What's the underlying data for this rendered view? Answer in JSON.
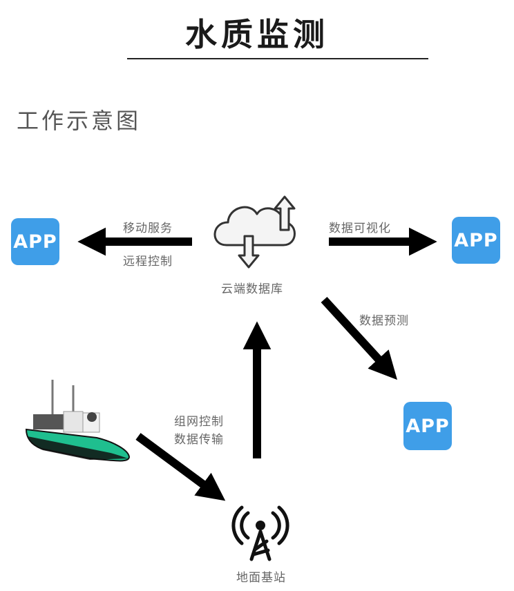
{
  "header": {
    "title": "水质监测"
  },
  "section": {
    "title": "工作示意图"
  },
  "nodes": {
    "cloud_label": "云端数据库",
    "station_label": "地面基站",
    "app_left": "APP",
    "app_right": "APP",
    "app_bottom": "APP"
  },
  "edges": {
    "cloud_to_left_line1": "移动服务",
    "cloud_to_left_line2": "远程控制",
    "cloud_to_right": "数据可视化",
    "cloud_to_bottom": "数据预测",
    "station_to_cloud_line1": "组网控制",
    "station_to_cloud_line2": "数据传输"
  },
  "colors": {
    "app_blue": "#3f9ee8",
    "boat_green": "#1fbf8f",
    "arrow": "#000000"
  },
  "icons": [
    "cloud-upload-download-icon",
    "antenna-tower-icon",
    "water-monitoring-boat"
  ]
}
